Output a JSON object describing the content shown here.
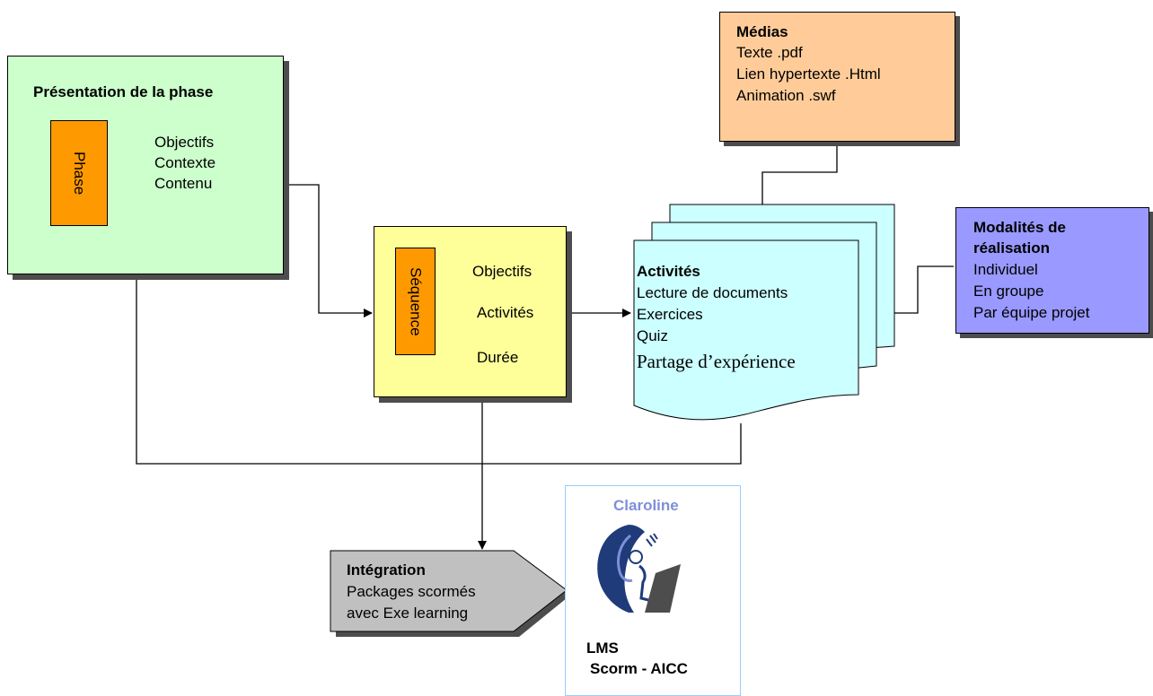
{
  "phase_box": {
    "title": "Présentation de la phase",
    "tag": "Phase",
    "items": [
      "Objectifs",
      "Contexte",
      "Contenu"
    ]
  },
  "sequence_box": {
    "tag": "Séquence",
    "items": [
      "Objectifs",
      "Activités",
      "Durée"
    ]
  },
  "medias_box": {
    "title": "Médias",
    "items": [
      "Texte .pdf",
      "Lien hypertexte .Html",
      "Animation .swf"
    ]
  },
  "activites_box": {
    "title": "Activités",
    "items": [
      "Lecture de documents",
      "Exercices",
      "Quiz"
    ],
    "last_item": "Partage d’expérience"
  },
  "modalites_box": {
    "title_line1": "Modalités de",
    "title_line2": "réalisation",
    "items": [
      "Individuel",
      "En groupe",
      "Par équipe projet"
    ]
  },
  "integration_box": {
    "title": "Intégration",
    "line1": "Packages scormés",
    "line2": "avec Exe learning"
  },
  "lms_box": {
    "brand": "Claroline",
    "label1": "LMS",
    "label2": "Scorm - AICC"
  },
  "colors": {
    "phase_fill": "#ccffcc",
    "tag_fill": "#ff9900",
    "sequence_fill": "#ffff99",
    "medias_fill": "#ffcc99",
    "activites_fill": "#ccffff",
    "modalites_fill": "#9999ff",
    "integration_fill": "#c0c0c0",
    "brand_color": "#7f8fd8",
    "lms_border": "#99ccff"
  }
}
